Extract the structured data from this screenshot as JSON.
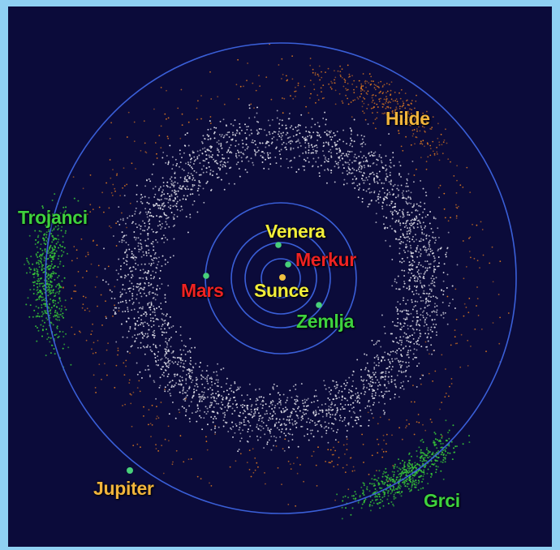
{
  "colors": {
    "background": "#0b0b3a",
    "frame": "#8fd0f2",
    "orbit": "#3a5fd8",
    "main_belt": "#e6e6ee",
    "hilda": "#e07a20",
    "trojan": "#38c838",
    "planet_dot": "#48d07a",
    "sun_dot": "#f0c040"
  },
  "labels": {
    "hilde": {
      "text": "Hilde",
      "color": "#f0b43c"
    },
    "trojanci": {
      "text": "Trojanci",
      "color": "#3ed23e"
    },
    "venera": {
      "text": "Venera",
      "color": "#f2ee3a"
    },
    "merkur": {
      "text": "Merkur",
      "color": "#ee2222"
    },
    "mars": {
      "text": "Mars",
      "color": "#ee2222"
    },
    "sunce": {
      "text": "Sunce",
      "color": "#f2ee3a"
    },
    "zemlja": {
      "text": "Zemlja",
      "color": "#3ed23e"
    },
    "jupiter": {
      "text": "Jupiter",
      "color": "#f0b43c"
    },
    "grci": {
      "text": "Grci",
      "color": "#3ed23e"
    }
  }
}
